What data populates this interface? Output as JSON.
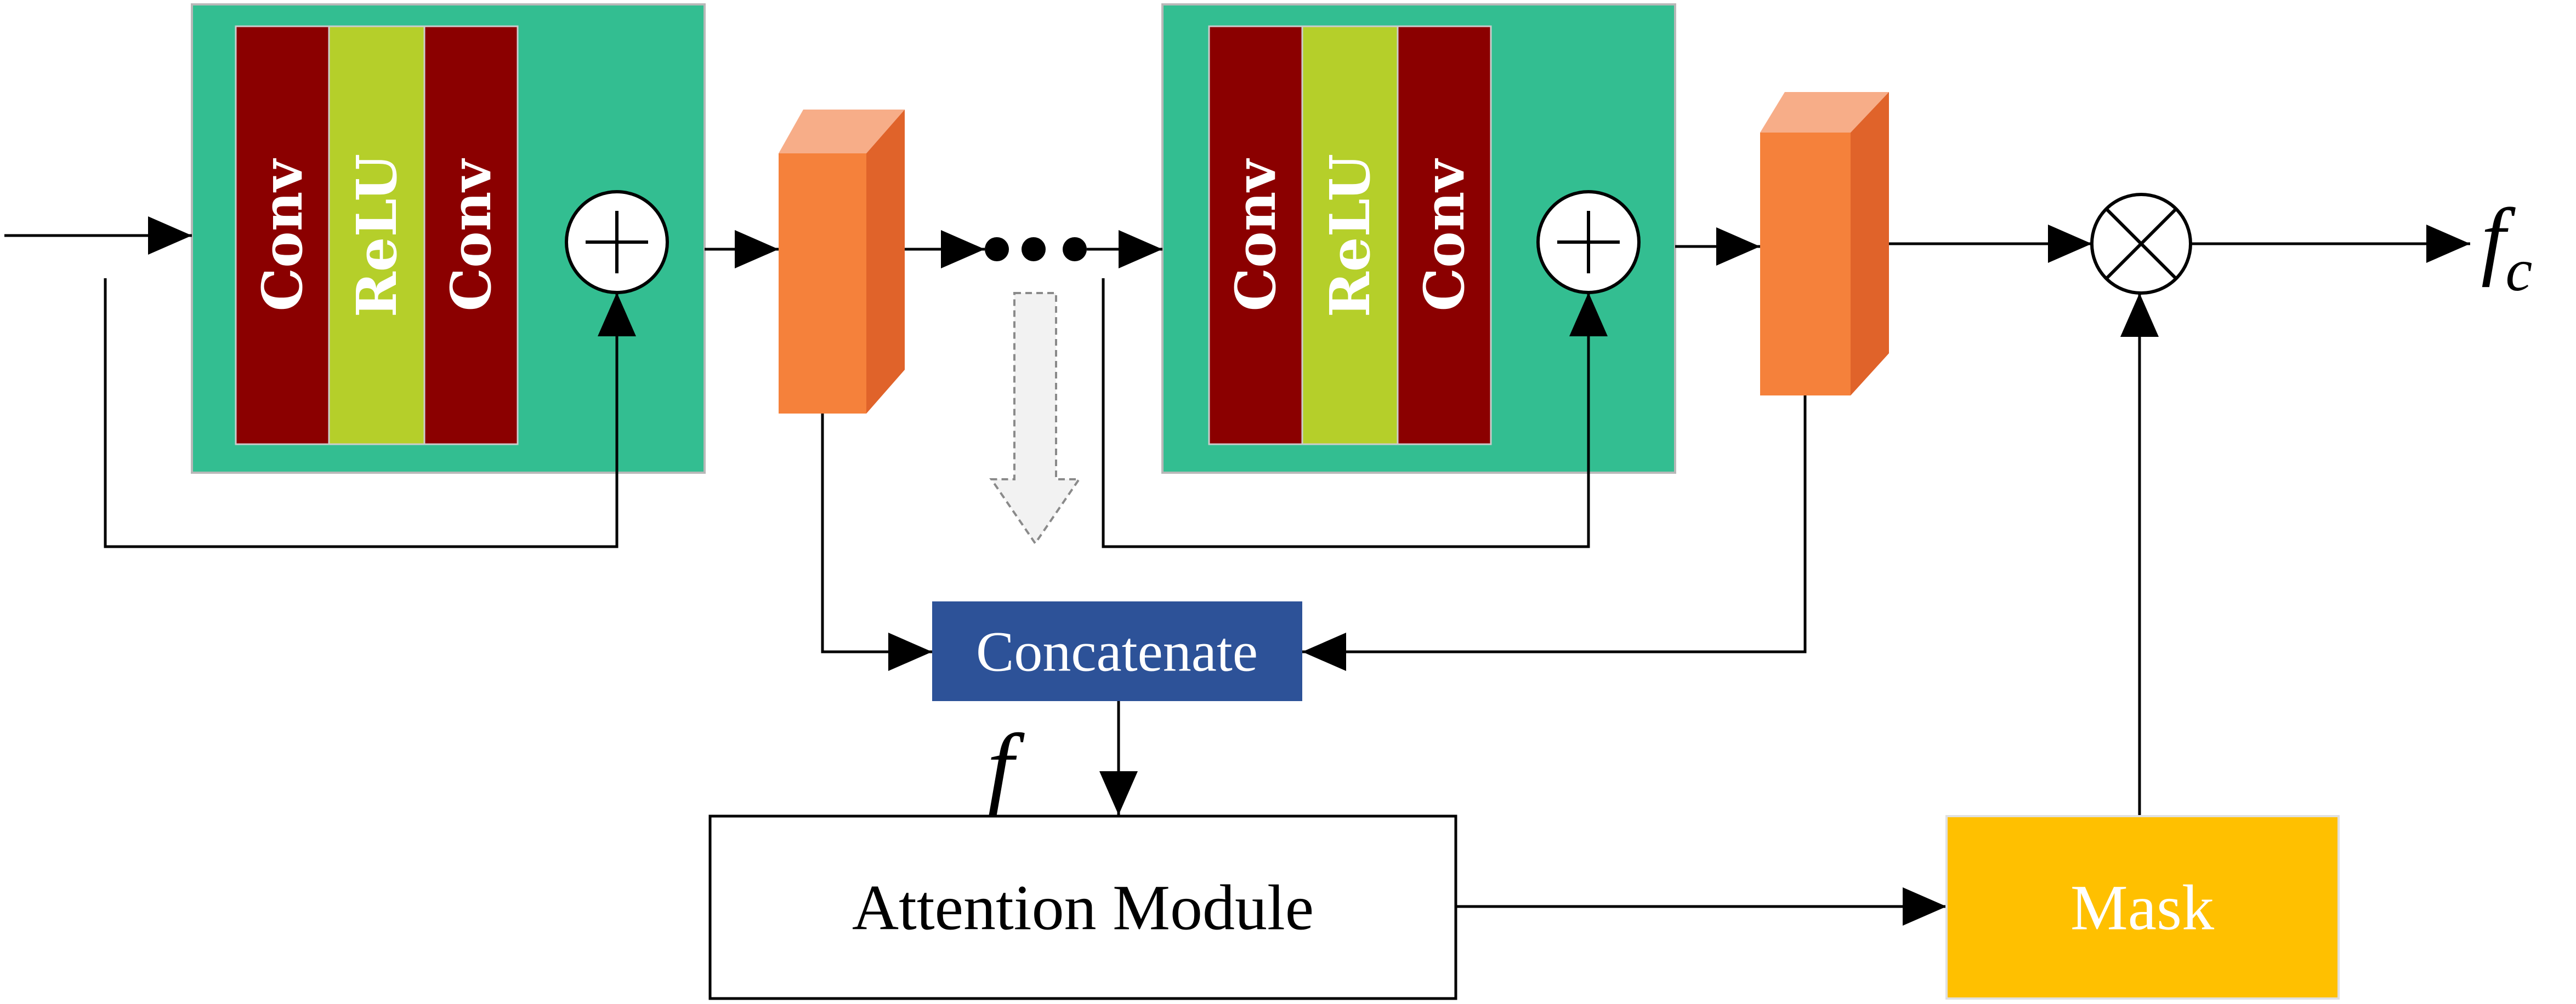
{
  "block1": {
    "layers": [
      "Conv",
      "ReLU",
      "Conv"
    ],
    "sum_symbol": "+"
  },
  "block2": {
    "layers": [
      "Conv",
      "ReLU",
      "Conv"
    ],
    "sum_symbol": "+"
  },
  "concatenate": {
    "label": "Concatenate"
  },
  "attention": {
    "label": "Attention Module"
  },
  "mask": {
    "label": "Mask"
  },
  "feature_label": {
    "text": "f"
  },
  "output_label": {
    "base": "f",
    "sub": "c"
  },
  "multiply_symbol": "×",
  "colors": {
    "block_bg": "#33be91",
    "conv": "#8b0000",
    "relu": "#b5cf2a",
    "cube_front": "#f5813b",
    "cube_top": "#f7ad88",
    "cube_side": "#e0632a",
    "concatenate": "#2d5298",
    "mask": "#ffc000"
  }
}
